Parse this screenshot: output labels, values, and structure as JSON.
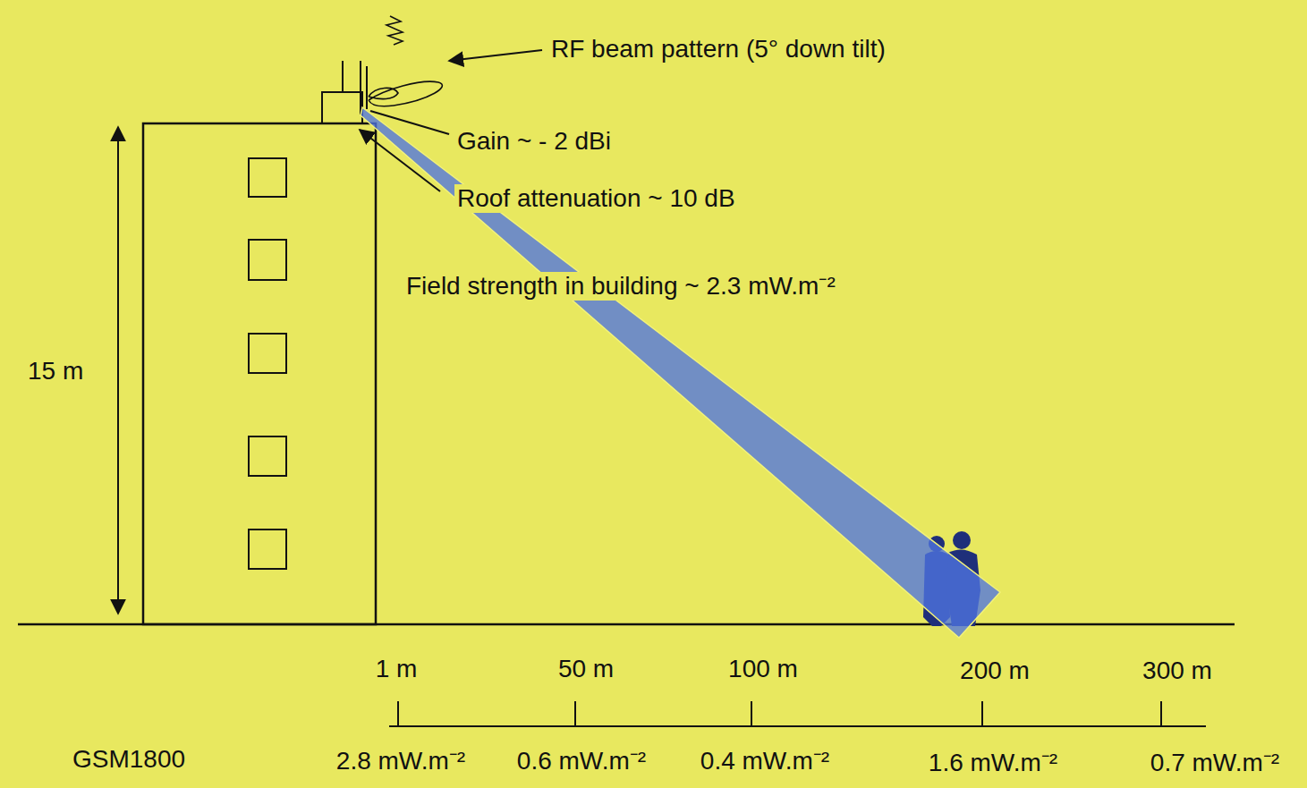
{
  "diagram": {
    "labels": [
      "RF beam pattern (5° down tilt)",
      "Gain ~ - 2 dBi",
      "Roof attenuation ~ 10 dB",
      "Field strength in building ~ 2.3 mW.m⁻²",
      "15 m",
      "1 m",
      "50 m",
      "100 m",
      "200 m",
      "300 m",
      "GSM1800",
      "2.8 mW.m⁻²",
      "0.6 mW.m⁻²",
      "0.4 mW.m⁻²",
      "1.6 mW.m⁻²",
      "0.7 mW.m⁻²"
    ]
  }
}
